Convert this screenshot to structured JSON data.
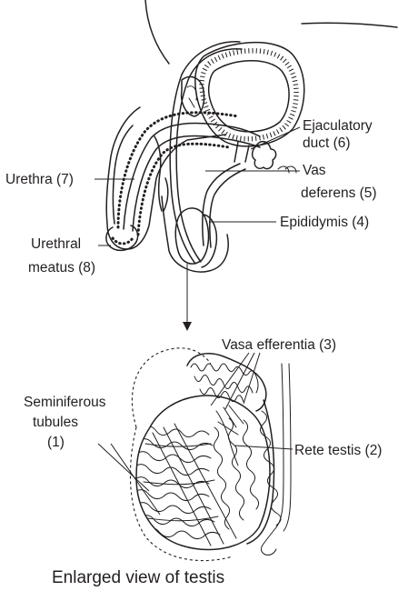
{
  "labels": {
    "ejaculatory_line1": "Ejaculatory",
    "ejaculatory_line2": "duct (6)",
    "vas_line1": "Vas",
    "vas_line2": "deferens (5)",
    "urethra": "Urethra (7)",
    "epididymis": "Epididymis (4)",
    "meatus_line1": "Urethral",
    "meatus_line2": "meatus (8)",
    "vasa_efferentia": "Vasa efferentia (3)",
    "seminiferous_line1": "Seminiferous",
    "seminiferous_line2": "tubules",
    "seminiferous_line3": "(1)",
    "rete_testis": "Rete testis (2)"
  },
  "caption": "Enlarged view of testis"
}
